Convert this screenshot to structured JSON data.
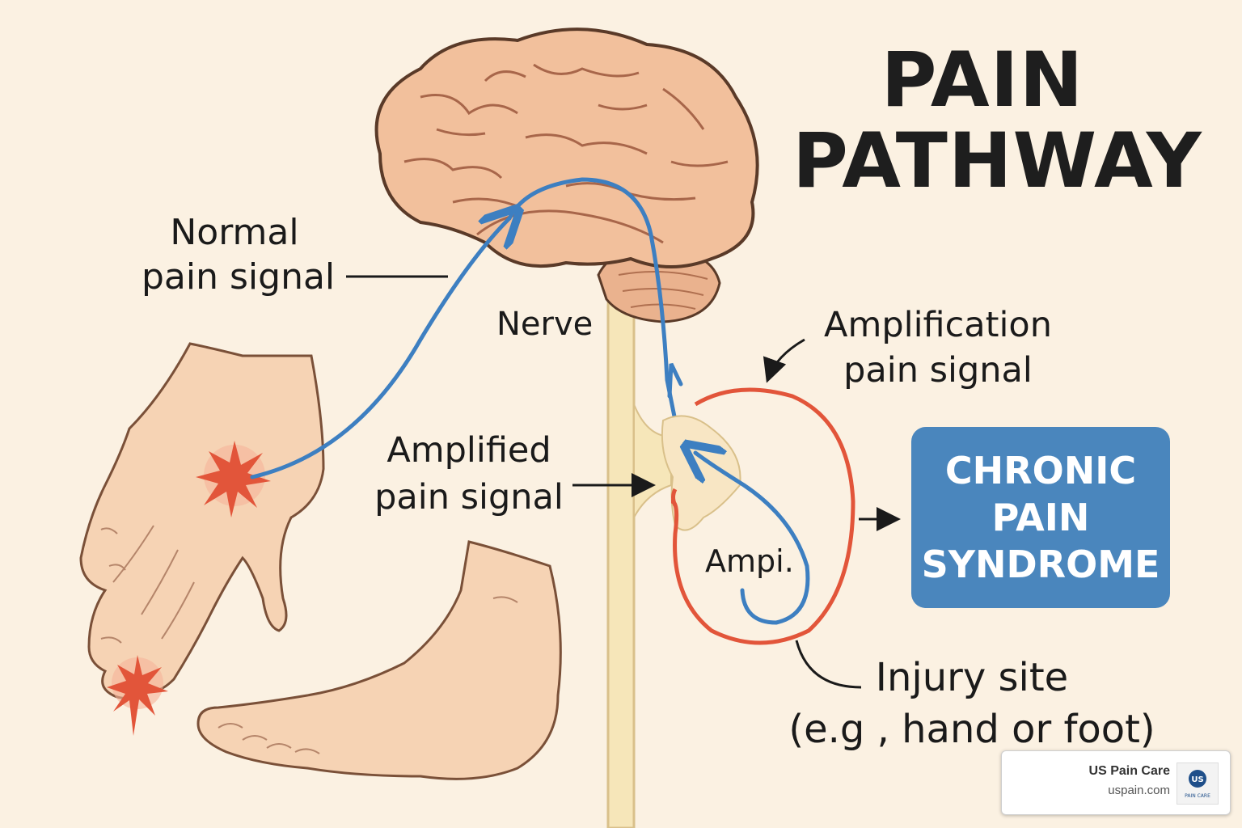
{
  "title": {
    "line1": "PAIN",
    "line2": "PATHWAY"
  },
  "labels": {
    "normal_line1": "Normal",
    "normal_line2": "pain signal",
    "nerve": "Nerve",
    "amplification_line1": "Amplification",
    "amplification_line2": "pain signal",
    "amplified_line1": "Amplified",
    "amplified_line2": "pain signal",
    "ampi": "Ampi.",
    "injury_line1": "Injury site",
    "injury_line2": "(e.g , hand or foot)"
  },
  "chronic_box": {
    "line1": "CHRONIC",
    "line2": "PAIN",
    "line3": "SYNDROME"
  },
  "badge": {
    "name": "US Pain Care",
    "url": "uspain.com",
    "logo_text": "US",
    "logo_sub": "PAIN CARE"
  },
  "colors": {
    "signal": "#3d7fc1",
    "loop": "#e2553a",
    "box": "#4a86bd",
    "skin": "#f6d3b4",
    "brain": "#f2c09c",
    "nerve": "#f6e6b9",
    "background": "#fbf1e2"
  }
}
